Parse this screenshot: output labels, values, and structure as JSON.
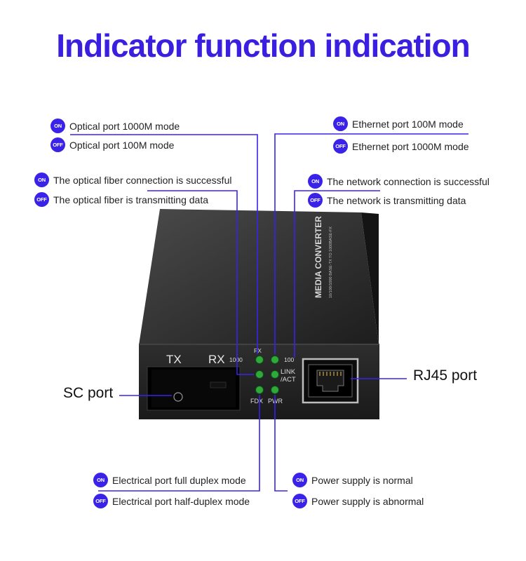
{
  "title": "Indicator function indication",
  "badges": {
    "on": "ON",
    "off": "OFF"
  },
  "labels": {
    "optical_1000": "Optical port 1000M mode",
    "optical_100": "Optical port 100M mode",
    "fiber_ok": "The optical fiber connection is successful",
    "fiber_tx": "The optical fiber is transmitting data",
    "eth_100": "Ethernet port 100M mode",
    "eth_1000": "Ethernet port 1000M mode",
    "net_ok": "The network connection is successful",
    "net_tx": "The network is transmitting data",
    "full_duplex": "Electrical port full duplex mode",
    "half_duplex": "Electrical port half-duplex mode",
    "power_ok": "Power supply is normal",
    "power_bad": "Power supply is abnormal"
  },
  "ports": {
    "sc": "SC port",
    "rj45": "RJ45 port"
  },
  "device": {
    "tx": "TX",
    "rx": "RX",
    "fx": "FX",
    "n1000": "1000",
    "n100": "100",
    "link": "LINK",
    "act": "/ACT",
    "fdx": "FDX",
    "pwr": "PWR",
    "top_line1": "MEDIA CONVERTER",
    "top_line2": "10/100/1000 BASE-TX TO 1000BASE-FX"
  },
  "colors": {
    "accent": "#3b22e8",
    "title": "#3a1fe0",
    "led": "#2faa3a",
    "line": "#3b22e8"
  }
}
